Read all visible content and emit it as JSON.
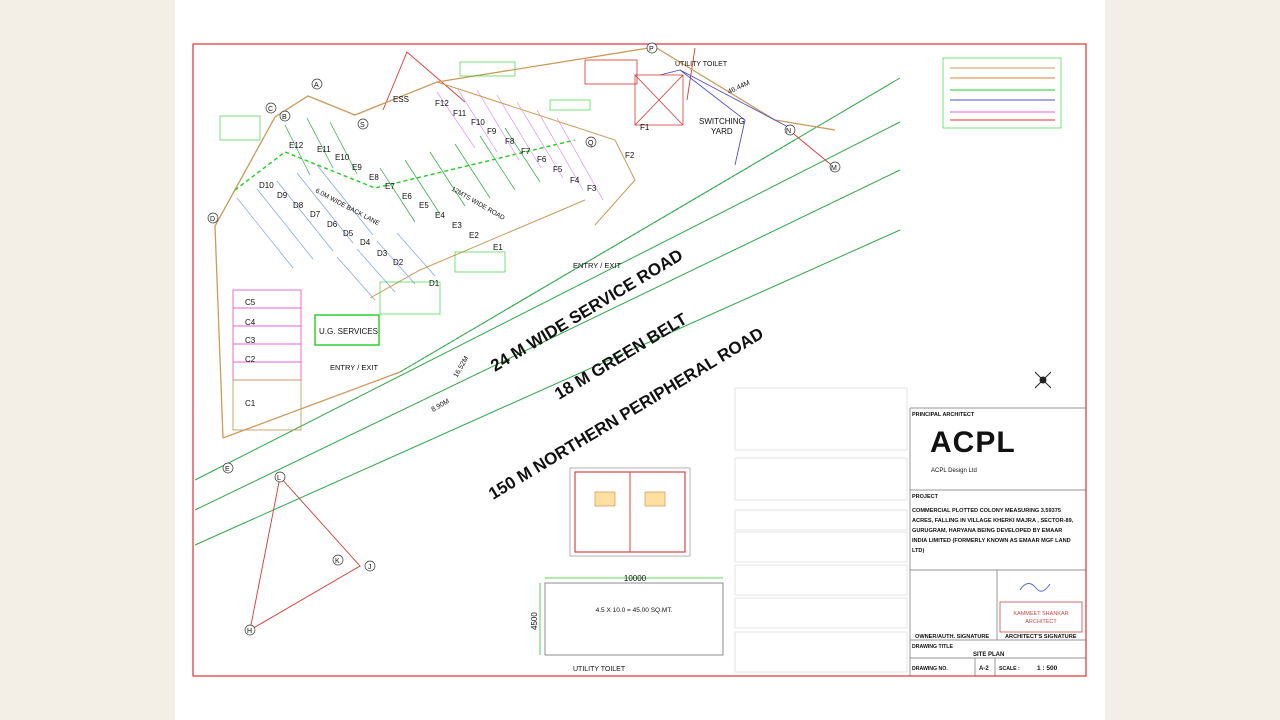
{
  "site": {
    "road_service": "24  M  WIDE SERVICE ROAD",
    "green_belt": "18 M  GREEN BELT",
    "road_peripheral": "150 M   NORTHERN PERIPHERAL ROAD",
    "wide_road_12": "12MTS WIDE ROAD",
    "back_lane": "6.0M WIDE BACK LANE",
    "entry_exit_1": "ENTRY / EXIT",
    "entry_exit_2": "ENTRY / EXIT",
    "ug_services": "U.G. SERVICES",
    "ess": "ESS",
    "switching_yard_1": "SWITCHING",
    "switching_yard_2": "YARD",
    "utility_toilet_top": "UTILITY TOILET",
    "utility_toilet_bottom": "UTILITY TOILET",
    "dim_ut": "46.44M",
    "dim_gb1": "16.52M",
    "dim_gb2": "8.90M",
    "plots_f": [
      "F12",
      "F11",
      "F10",
      "F9",
      "F8",
      "F7",
      "F6",
      "F5",
      "F4",
      "F3",
      "F2",
      "F1"
    ],
    "plots_e": [
      "E12",
      "E11",
      "E10",
      "E9",
      "E8",
      "E7",
      "E6",
      "E5",
      "E4",
      "E3",
      "E2",
      "E1"
    ],
    "plots_d": [
      "D10",
      "D9",
      "D8",
      "D7",
      "D6",
      "D5",
      "D4",
      "D3",
      "D2",
      "D1"
    ],
    "plots_c": [
      "C5",
      "C4",
      "C3",
      "C2",
      "C1"
    ],
    "points": [
      "A",
      "B",
      "C",
      "D",
      "E",
      "H",
      "J",
      "K",
      "L",
      "M",
      "N",
      "P",
      "Q",
      "S"
    ]
  },
  "toilet_plan": {
    "width_dim": "10000",
    "height_dim": "4500",
    "area_text": "4.5 X 10.0 = 45.00 SQ.MT."
  },
  "title_block": {
    "principal_architect_label": "PRINCIPAL ARCHITECT",
    "logo": "ACPL",
    "company": "ACPL Design Ltd",
    "project_label": "PROJECT",
    "project_text": [
      "COMMERCIAL PLOTTED COLONY MEASURING  3.59375",
      "ACRES, FALLING IN  VILLAGE KHERKI MAJRA , SECTOR-89,",
      "GURUGRAM, HARYANA BEING DEVELOPED BY EMAAR",
      "INDIA LIMITED (FORMERLY KNOWN AS EMAAR MGF LAND",
      "LTD)"
    ],
    "owner_signature": "OWNER/AUTH. SIGNATURE",
    "architect_signature": "ARCHITECT'S SIGNATURE",
    "stamp_name": "KAMMEET SHANKAR",
    "stamp_role": "ARCHITECT",
    "drawing_title_label": "DRAWING TITLE",
    "drawing_title": "SITE PLAN",
    "drawing_no_label": "DRAWING NO.",
    "drawing_no": "A-2",
    "scale_label": "SCALE :",
    "scale": "1 : 500"
  },
  "colors": {
    "border": "#e03030",
    "road_line": "#2ea84a",
    "plot_outline": "#cc9a5a",
    "callout": "#22cc22",
    "pink": "#e060d8",
    "blue": "#7f9fe8"
  }
}
